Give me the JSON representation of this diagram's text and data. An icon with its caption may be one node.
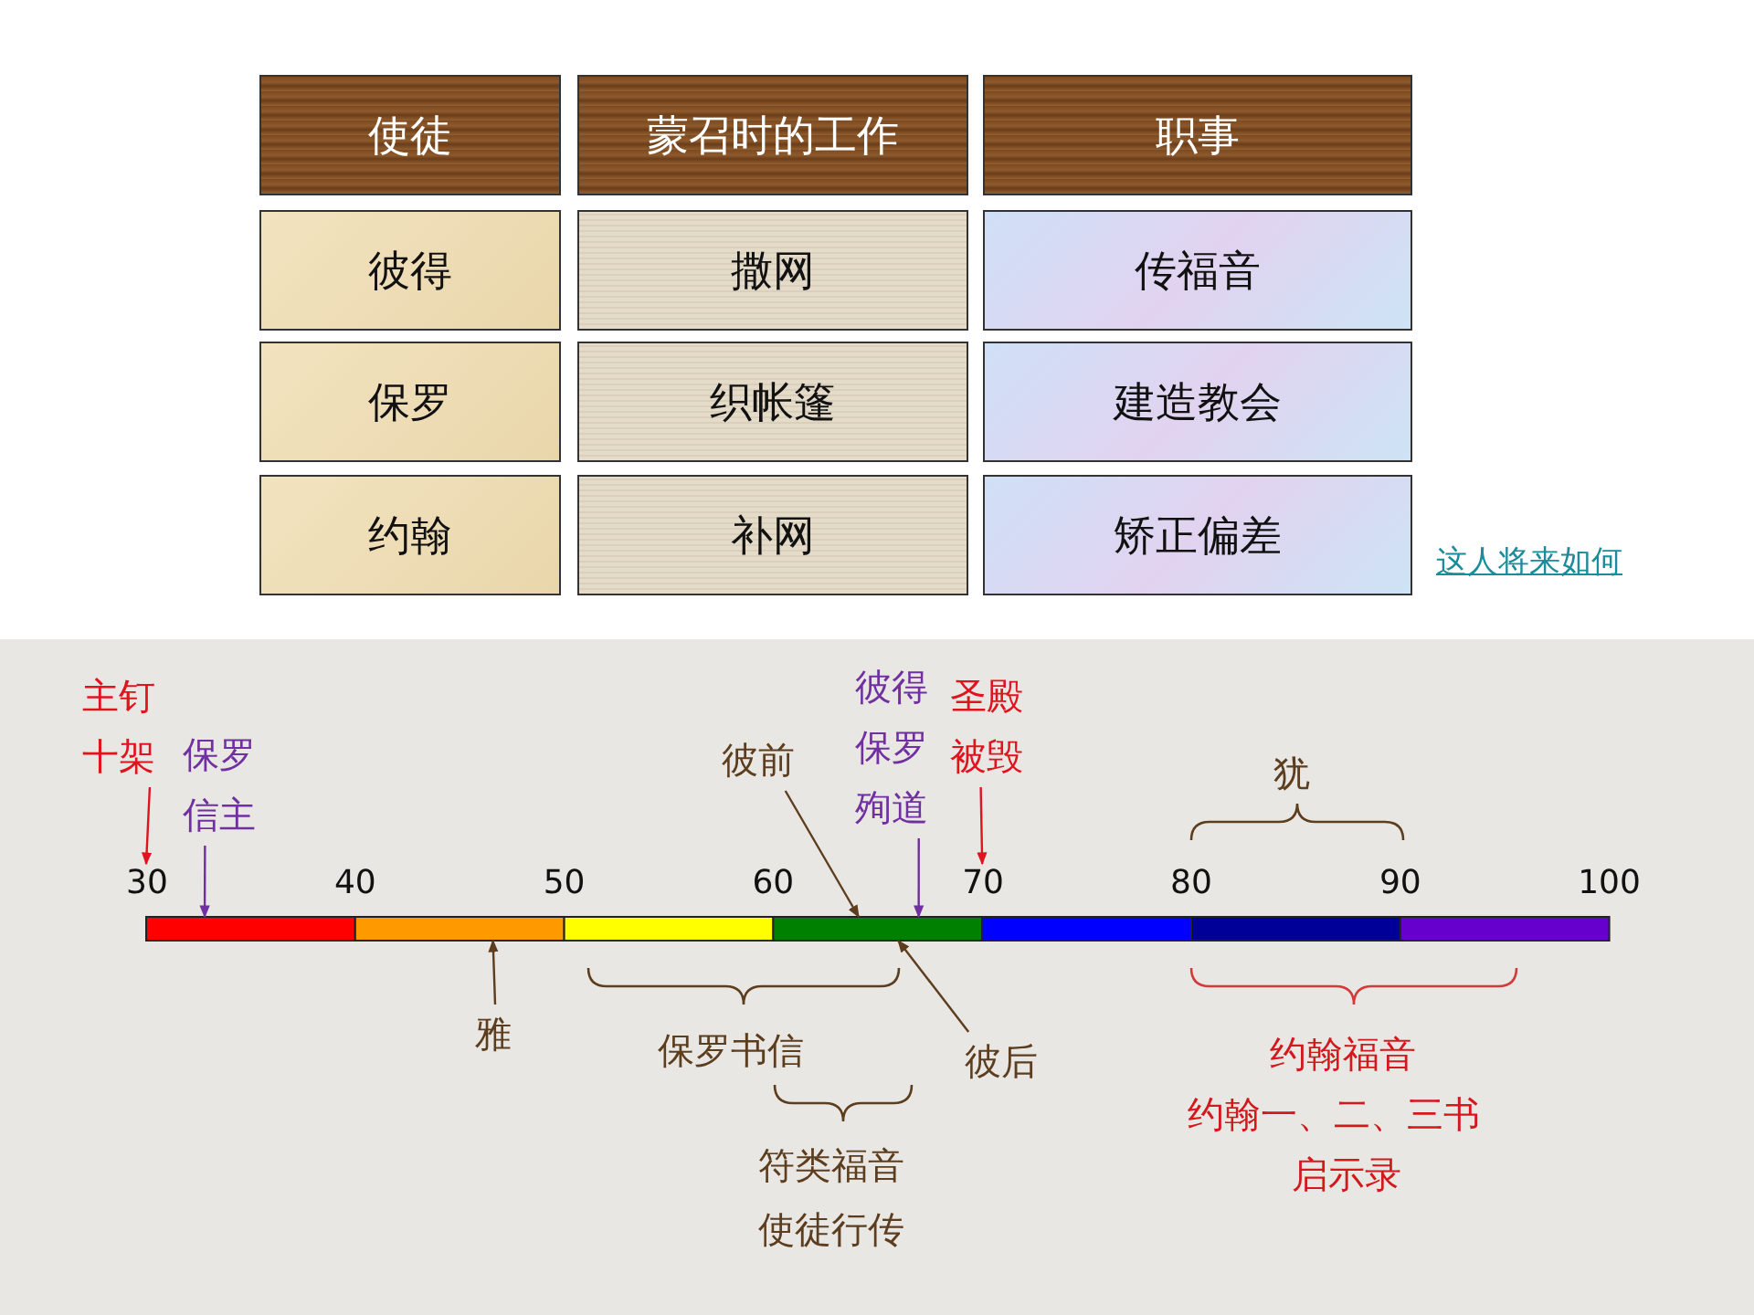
{
  "diagram": {
    "nodes": [
      {
        "text": [
          "主钉十架"
        ]
      },
      {
        "text": [
          "保罗信主"
        ]
      },
      {
        "text": [
          "彼得保罗殉道"
        ]
      },
      {
        "text": [
          "圣殿被毁"
        ]
      },
      {
        "text": [
          "彼前"
        ]
      },
      {
        "text": [
          "雅"
        ]
      },
      {
        "text": [
          "彼后"
        ]
      },
      {
        "text": [],
        "shape": "bar"
      },
      {
        "text": [
          "30"
        ]
      },
      {
        "text": [
          "70"
        ]
      }
    ],
    "edges": [
      {
        "from": 0,
        "to": 8,
        "arrow": "to",
        "color": "#e0141e"
      },
      {
        "from": 1,
        "to": 7,
        "arrow": "to",
        "color": "#7030a0"
      },
      {
        "from": 2,
        "to": 7,
        "arrow": "to",
        "color": "#7030a0"
      },
      {
        "from": 3,
        "to": 9,
        "arrow": "to",
        "color": "#e0141e"
      },
      {
        "from": 4,
        "to": 7,
        "arrow": "to"
      },
      {
        "from": 5,
        "to": 7,
        "arrow": "to"
      },
      {
        "from": 6,
        "to": 7,
        "arrow": "to"
      }
    ],
    "labels": [
      "使徒",
      "蒙召时的工作",
      "职事",
      "彼得",
      "撒网",
      "传福音",
      "保罗",
      "织帐篷",
      "建造教会",
      "约翰",
      "补网",
      "矫正偏差",
      "这人将来如何",
      "犹",
      "40",
      "50",
      "60",
      "80",
      "90",
      "100",
      "保罗书信",
      "约翰福音",
      "约翰一、二、三书",
      "符类福音",
      "启示录",
      "使徒行传"
    ]
  }
}
